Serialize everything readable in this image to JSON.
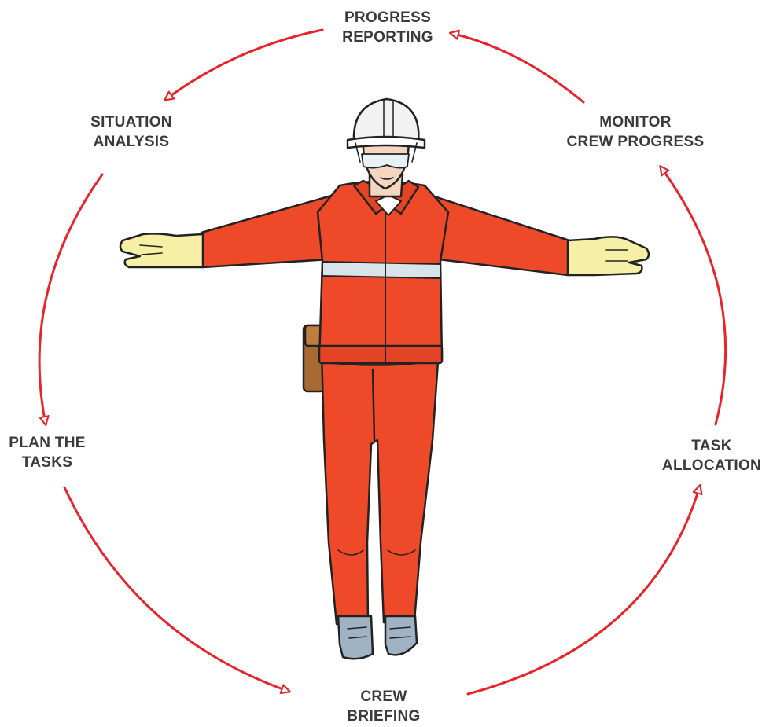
{
  "colors": {
    "arrow": "#e8242a",
    "suit": "#ee4a2a",
    "suit_shadow": "#c8351c",
    "reflective_stripe": "#d9e3ea",
    "gloves": "#f6efa6",
    "helmet": "#f2f2f2",
    "boots": "#9fb3c4",
    "pouch": "#a86a34",
    "outline": "#222222",
    "label_text": "#3a3a3a"
  },
  "cycle": {
    "steps": [
      {
        "id": "progress-reporting",
        "lines": [
          "PROGRESS",
          "REPORTING"
        ]
      },
      {
        "id": "situation-analysis",
        "lines": [
          "SITUATION",
          "ANALYSIS"
        ]
      },
      {
        "id": "plan-the-tasks",
        "lines": [
          "PLAN THE",
          "TASKS"
        ]
      },
      {
        "id": "crew-briefing",
        "lines": [
          "CREW",
          "BRIEFING"
        ]
      },
      {
        "id": "task-allocation",
        "lines": [
          "TASK",
          "ALLOCATION"
        ]
      },
      {
        "id": "monitor-crew-progress",
        "lines": [
          "MONITOR",
          "CREW PROGRESS"
        ]
      }
    ],
    "direction": "counter-clockwise"
  },
  "figure": {
    "icon": "worker-arms-outstretched-illustration"
  }
}
